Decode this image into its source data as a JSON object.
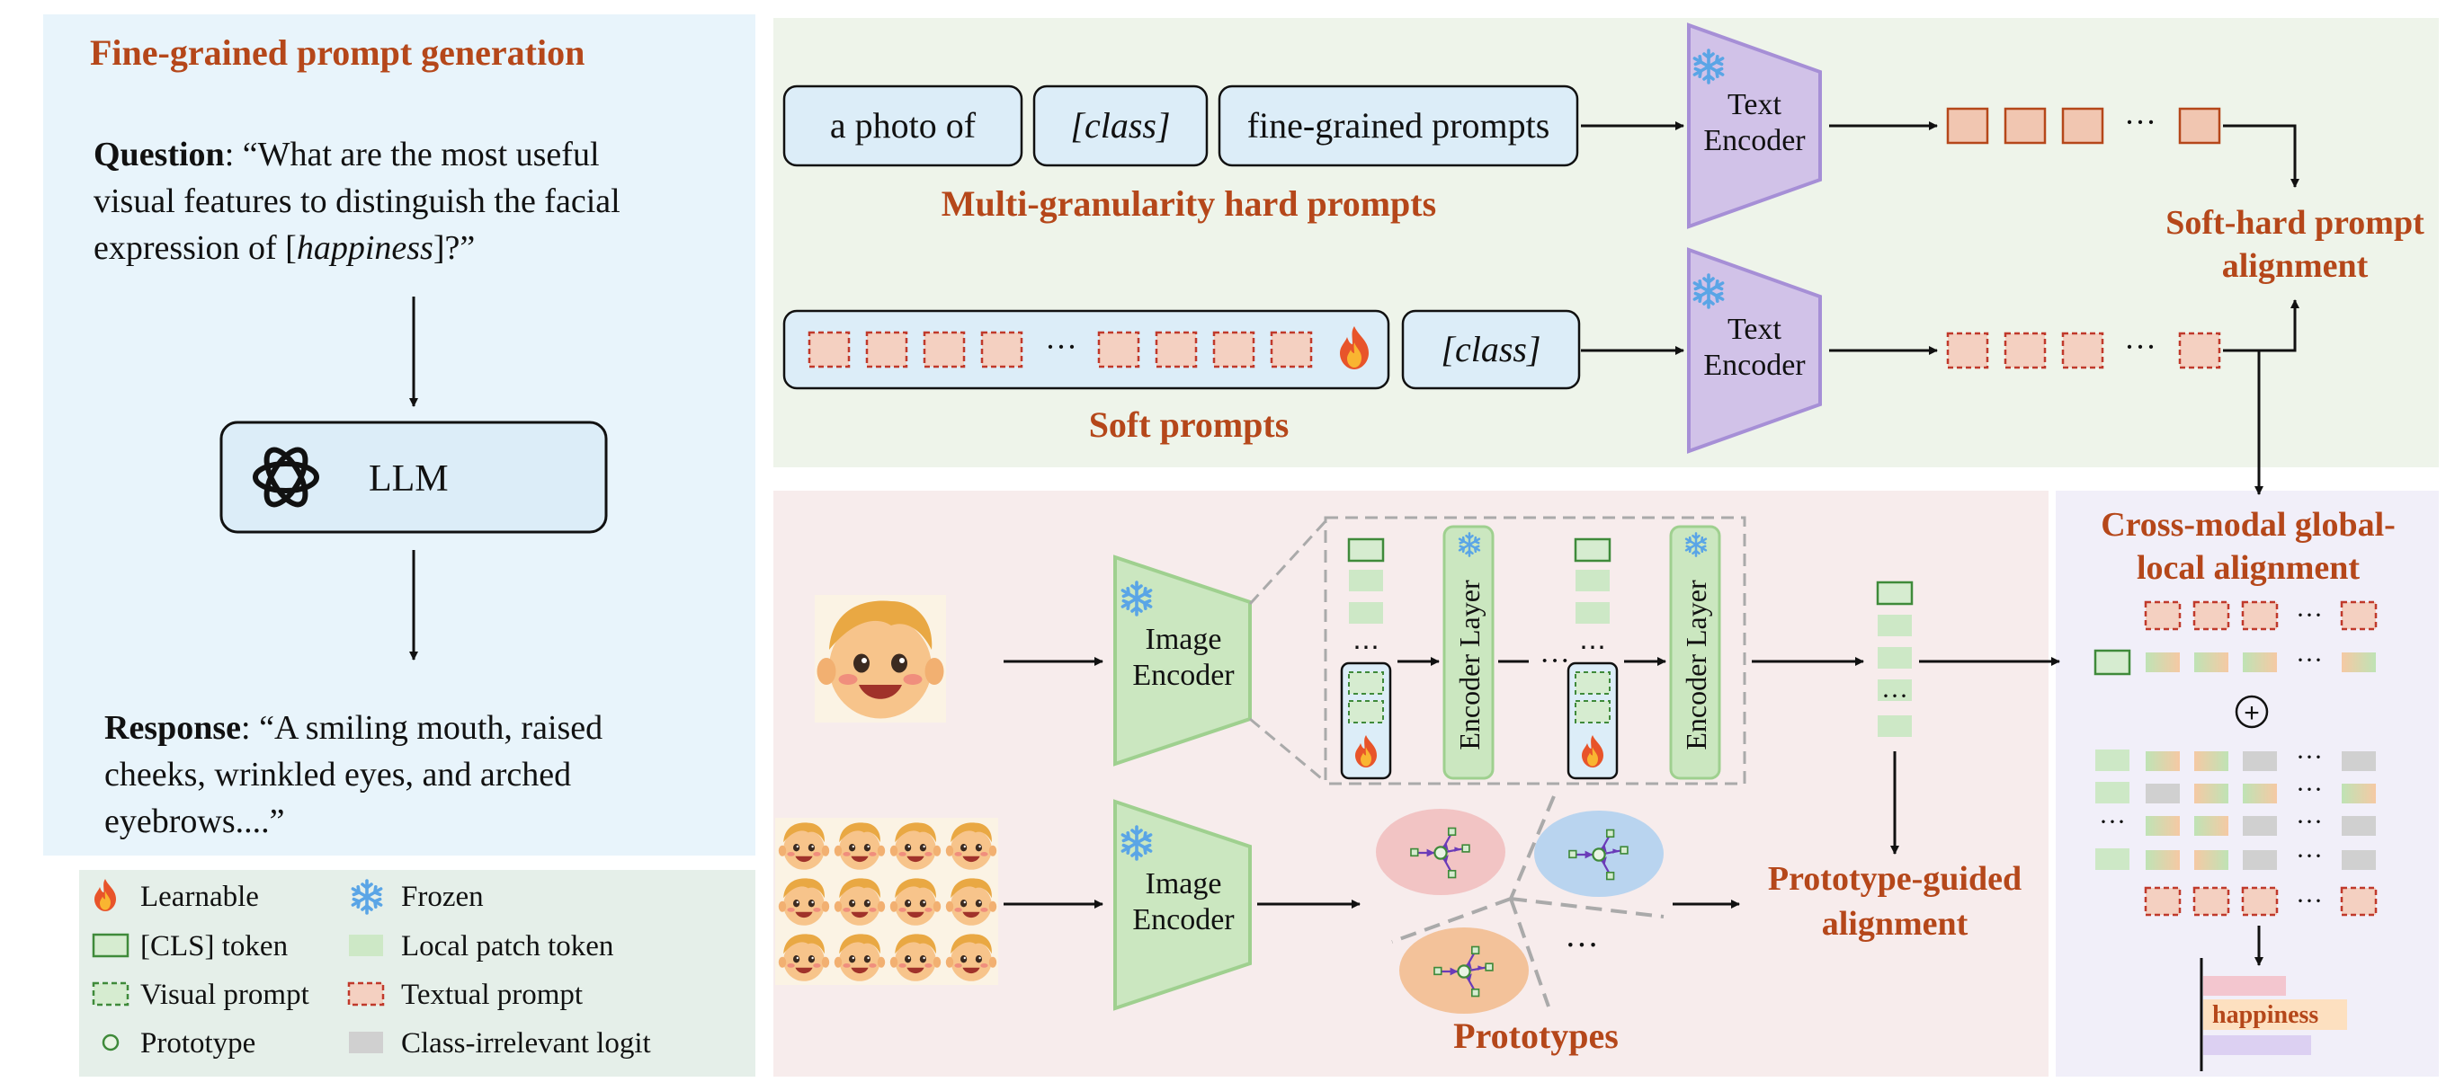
{
  "colors": {
    "accent": "#b5471a",
    "prompt_box_fill": "#dcedf8",
    "soft_token_fill": "#f4d0c1",
    "hard_token_fill": "#f1c6b1",
    "text_encoder_fill": "#d1c2e8",
    "image_encoder_fill": "#cbe7c0",
    "cls_token_fill": "#d6ecd0",
    "patch_token_fill": "#cde8c6",
    "panel_left_fill": "#e8f4fb",
    "panel_top_fill": "#eef4ea",
    "panel_bottom_fill": "#f7ecec",
    "panel_right_fill": "#f1eff9",
    "legend_fill": "#e5efe9"
  },
  "left_panel": {
    "title": "Fine-grained prompt generation",
    "question_label": "Question",
    "question_line1": ": “What are the most useful",
    "question_line2": "visual features to distinguish the facial",
    "question_line3_pre": "expression of [",
    "question_line3_italic": "happiness",
    "question_line3_post": "]?”",
    "llm_label": "LLM",
    "response_label": "Response",
    "response_line1": ": “A smiling mouth, raised",
    "response_line2": "cheeks, wrinkled eyes, and arched",
    "response_line3": "eyebrows....”"
  },
  "legend": [
    {
      "icon": "fire-icon",
      "label": "Learnable"
    },
    {
      "icon": "snowflake-icon",
      "label": "Frozen"
    },
    {
      "icon": "cls-token-icon",
      "label": "[CLS] token"
    },
    {
      "icon": "local-patch-token-icon",
      "label": "Local patch token"
    },
    {
      "icon": "visual-prompt-icon",
      "label": "Visual prompt"
    },
    {
      "icon": "textual-prompt-icon",
      "label": "Textual prompt"
    },
    {
      "icon": "prototype-icon",
      "label": "Prototype"
    },
    {
      "icon": "class-irrelevant-logit-icon",
      "label": "Class-irrelevant logit"
    }
  ],
  "top_panel": {
    "hard_prompts": [
      "a photo of",
      "[class]",
      "fine-grained prompts"
    ],
    "hard_title": "Multi-granularity hard prompts",
    "soft_class": "[class]",
    "soft_title": "Soft prompts",
    "text_encoder_line1": "Text",
    "text_encoder_line2": "Encoder",
    "ellipsis": "···",
    "alignment_line1": "Soft-hard prompt",
    "alignment_line2": "alignment"
  },
  "bottom_panel": {
    "image_encoder_line1": "Image",
    "image_encoder_line2": "Encoder",
    "encoder_layer": "Encoder Layer",
    "ellipsis": "···",
    "prototype_alignment_line1": "Prototype-guided",
    "prototype_alignment_line2": "alignment",
    "prototypes_title": "Prototypes"
  },
  "right_panel": {
    "title_line1": "Cross-modal global-",
    "title_line2": "local alignment",
    "plus": "+",
    "ellipsis": "···",
    "output_label": "happiness"
  }
}
